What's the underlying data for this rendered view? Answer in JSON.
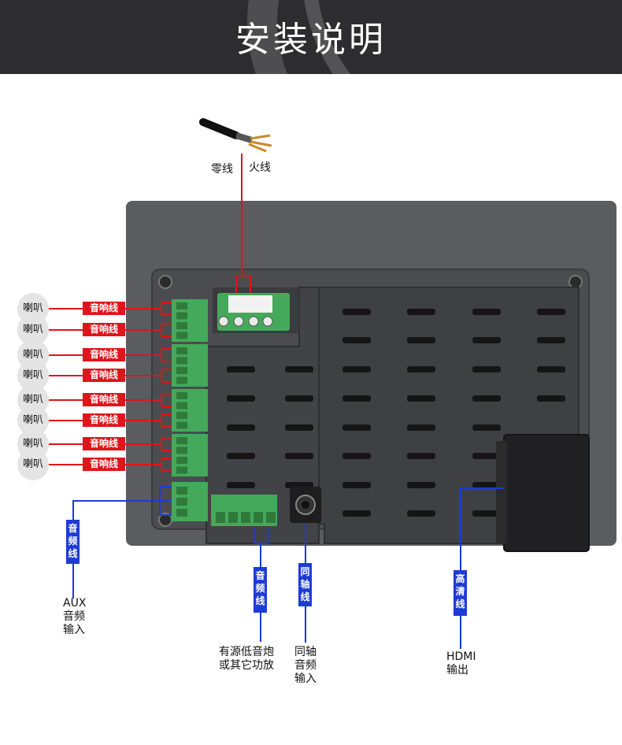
{
  "header": {
    "title": "安装说明"
  },
  "power": {
    "neutral": "零线",
    "live": "火线"
  },
  "speakers": {
    "label": "喇叭",
    "wire_label": "音响线",
    "count": 8
  },
  "blue_tags": {
    "aux": "音频线",
    "sub": "音频线",
    "coax": "同轴线",
    "hdmi": "高清线"
  },
  "bottom_labels": {
    "aux": [
      "AUX",
      "音频",
      "输入"
    ],
    "sub": [
      "有源低音炮",
      "或其它功放"
    ],
    "coax": [
      "同轴",
      "音频",
      "输入"
    ],
    "hdmi": [
      "HDMI",
      "输出"
    ]
  },
  "colors": {
    "red": "#e0141b",
    "blue": "#1d3bd6",
    "panel": "#5a5b5e",
    "connector": "#3aa04a"
  }
}
